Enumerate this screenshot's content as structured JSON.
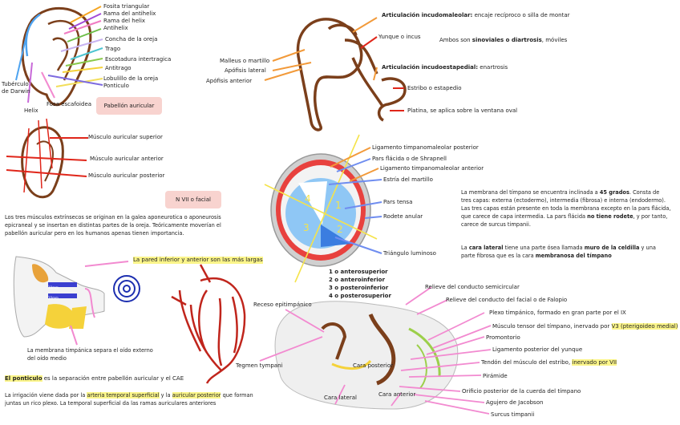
{
  "auricle": {
    "labels": [
      "Fosita triangular",
      "Rama del antihelix",
      "Rama del helix",
      "Antihelix",
      "Concha de la oreja",
      "Trago",
      "Escotadura intertragica",
      "Antitrago",
      "Lobulillo de la oreja",
      "Ponticulo"
    ],
    "left_labels": [
      "Tubérculo",
      "de Darwin",
      "Helix",
      "Fosa escafoidea"
    ],
    "box": "Pabellón auricular"
  },
  "muscles": {
    "superior": "Músculo auricular superior",
    "anterior": "Músculo auricular anterior",
    "posterior": "Músculo auricular posterior",
    "nerve_box": "N VII o facial",
    "paragraph": "Los tres músculos extrínsecos se originan en la galea aponeurotica o aponeurosis epicraneal y se insertan en distintas partes de la oreja. Teóricamente moverían el pabellón auricular pero en los humanos apenas tienen importancia."
  },
  "ossicles": {
    "incudomaleolar_bold": "Articulación incudomaleolar:",
    "incudomaleolar_rest": " encaje recíproco o silla de montar",
    "yunque": "Yunque o incus",
    "ambos_pre": "Ambos son ",
    "ambos_bold": "sinoviales o diartrosis",
    "ambos_post": ", móviles",
    "malleus": "Malleus o martillo",
    "apofisis_lateral": "Apófisis lateral",
    "apofisis_anterior": "Apófisis anterior",
    "incudoestapedial_bold": "Articulación incudoestapedial:",
    "incudoestapedial_rest": " enartrosis",
    "estribo": "Estribo o estapedio",
    "platina": "Platina, se aplica sobre la ventana oval"
  },
  "tympanic": {
    "lig_post": "Ligamento timpanomaleolar posterior",
    "pars_flacida": "Pars flácida o de Shrapnell",
    "lig_ant": "Ligamento timpanomaleolar anterior",
    "estria": "Estría del martillo",
    "pars_tensa": "Pars tensa",
    "rodete": "Rodete anular",
    "triangulo": "Triángulo luminoso",
    "quadrant_numbers": [
      "4",
      "1",
      "3",
      "2"
    ],
    "quadrants": [
      "1 o anterosuperior",
      "2 o anteroinferior",
      "3 o posteroinferior",
      "4 o posterosuperior"
    ],
    "desc1_pre": "La membrana del tímpano se encuentra inclinada a ",
    "desc1_bold": "45 grados",
    "desc1_mid": ". Consta de tres capas: externa (ectodermo), intermedia (fibrosa) e interna (endodermo). Las tres capas están presente en toda la membrana excepto en la pars flácida, que carece de capa intermedia. La pars flácida ",
    "desc1_bold2": "no tiene rodete",
    "desc1_post": ", y por tanto, carece de surcus timpanii.",
    "desc2_pre": "La ",
    "desc2_bold": "cara lateral",
    "desc2_mid": " tiene una parte ósea llamada ",
    "desc2_bold2": "muro de la celdilla",
    "desc2_mid2": " y una parte fibrosa que es la cara ",
    "desc2_bold3": "membranosa del tímpano"
  },
  "ear_section": {
    "pared": "La pared inferior y anterior son las más largas",
    "membrana": "La membrana timpánica separa el oído externo del oído medio",
    "cm1": "10mm",
    "cm2": "10mm",
    "ponticulo_bold": "El ponticulo",
    "ponticulo_rest": " es la separación entre pabellón auricular y el CAE",
    "irrigacion_pre": "La irrigación viene dada por la ",
    "irrigacion_hl1": "arteria temporal superficial",
    "irrigacion_mid": " y la ",
    "irrigacion_hl2": "auricular posterior",
    "irrigacion_post": " que forman juntas un rico plexo. La temporal superficial da las ramas auriculares anteriores"
  },
  "middle_ear": {
    "receso": "Receso epitimpánico",
    "tegmen": "Tegmen tympani",
    "cara_post": "Cara posterior",
    "cara_ant": "Cara anterior",
    "cara_lat": "Cara lateral",
    "right": [
      {
        "text": "Relieve del conducto semicircular"
      },
      {
        "text": "Relieve del conducto del facial o de Falopio"
      },
      {
        "text": "Plexo timpánico, formado en gran parte por el IX"
      },
      {
        "text": "Músculo tensor del tímpano, inervado por ",
        "hl": "V3 (pterigoideo medial)"
      },
      {
        "text": "Promontorio"
      },
      {
        "text": "Ligamento posterior del yunque"
      },
      {
        "text": "Tendón del músculo del estribo, ",
        "hl": "inervado por VII"
      },
      {
        "text": "Pirámide"
      },
      {
        "text": "Orificio posterior de la cuerda del tímpano"
      },
      {
        "text": "Agujero de Jacobson"
      },
      {
        "text": "Surcus timpanii"
      }
    ]
  },
  "colors": {
    "arrow_pink": "#f28ad0",
    "arrow_red": "#e0261a",
    "arrow_orange": "#f29a3a",
    "arrow_blue": "#6f8df0",
    "bone": "#7b3f1b",
    "tympanic_red": "#e8413e",
    "tympanic_blue": "#8fc7f5",
    "box_pink": "#f8d3cf",
    "highlight": "#fbf58a"
  }
}
